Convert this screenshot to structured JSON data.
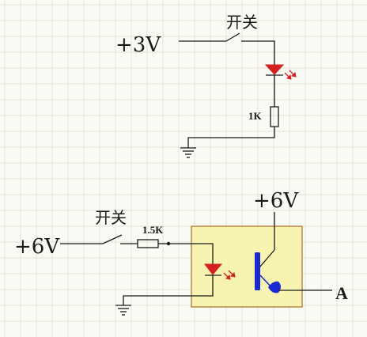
{
  "circuit_top": {
    "supply_label": "+3V",
    "switch_label": "开关",
    "resistor_label": "1K"
  },
  "circuit_bottom": {
    "supply_label": "+6V",
    "switch_label": "开关",
    "resistor_label": "1.5K",
    "opto_supply_label": "+6V",
    "output_label": "A"
  },
  "colors": {
    "led": "#d42020",
    "opto_fill": "#f7f3b0",
    "opto_border": "#b07a30",
    "transistor": "#1a2ad0"
  }
}
